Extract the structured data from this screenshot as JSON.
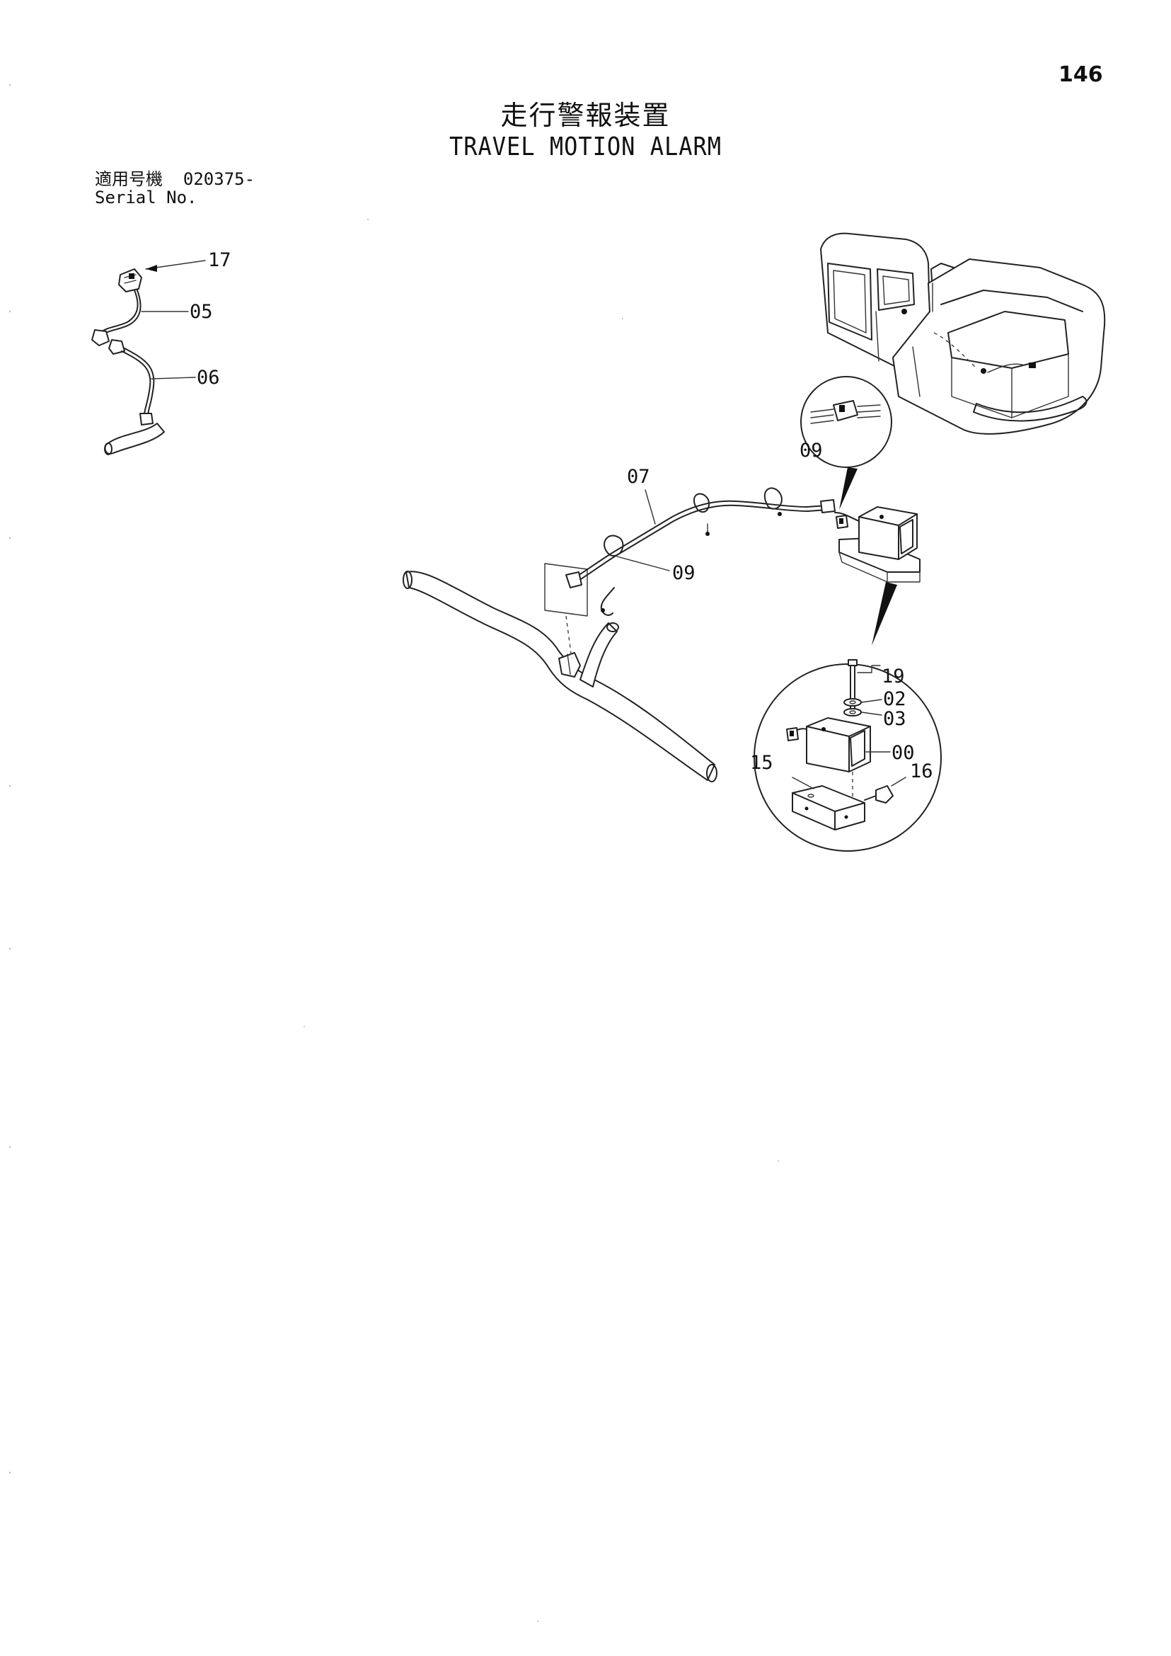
{
  "page_number": "146",
  "title": {
    "japanese": "走行警報装置",
    "english": "TRAVEL MOTION ALARM"
  },
  "applicability": {
    "label_japanese": "適用号機",
    "serial_value": "020375-",
    "label_english": "Serial No."
  },
  "callouts": {
    "c17": "17",
    "c05": "05",
    "c06": "06",
    "c07": "07",
    "c09_wire": "09",
    "c09_detail": "09",
    "c19": "19",
    "c02": "02",
    "c03": "03",
    "c00": "00",
    "c15": "15",
    "c16": "16"
  }
}
